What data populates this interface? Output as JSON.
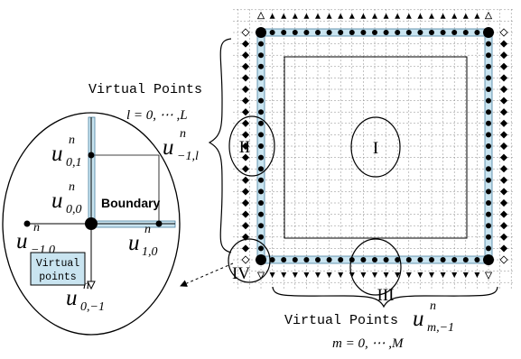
{
  "labels": {
    "virtual_points_left": "Virtual Points",
    "l_range": "l = 0, ⋯ ,L",
    "virtual_points_bottom": "Virtual Points",
    "m_range": "m = 0, ⋯ ,M",
    "boundary": "Boundary",
    "virtual_points_box_line1": "Virtual",
    "virtual_points_box_line2": "points"
  },
  "regions": {
    "I": "I",
    "II": "II",
    "III": "III",
    "IV": "IV"
  },
  "math": {
    "u_left_base": "u",
    "u_left_sup": "n",
    "u_left_sub": "−1,l",
    "u_bottom_base": "u",
    "u_bottom_sup": "n",
    "u_bottom_sub": "m,−1",
    "u01_base": "u",
    "u01_sup": "n",
    "u01_sub": "0,1",
    "u00_base": "u",
    "u00_sup": "n",
    "u00_sub": "0,0",
    "um10_base": "u",
    "um10_sup": "n",
    "um10_sub": "−1,0",
    "u10_base": "u",
    "u10_sup": "n",
    "u10_sub": "1,0",
    "u0m1_base": "u",
    "u0m1_sup": "n",
    "u0m1_sub": "0,−1"
  },
  "colors": {
    "boundary_fill": "#c9e4f0",
    "boundary_stroke": "#4a7fa0",
    "grid": "#888888",
    "ink": "#000000"
  },
  "icons": {
    "boundary_node": "filled-circle",
    "virtual_node_side": "filled-diamond",
    "virtual_node_top": "up-triangle",
    "virtual_node_bottom": "down-triangle",
    "corner_node": "hollow-diamond"
  }
}
